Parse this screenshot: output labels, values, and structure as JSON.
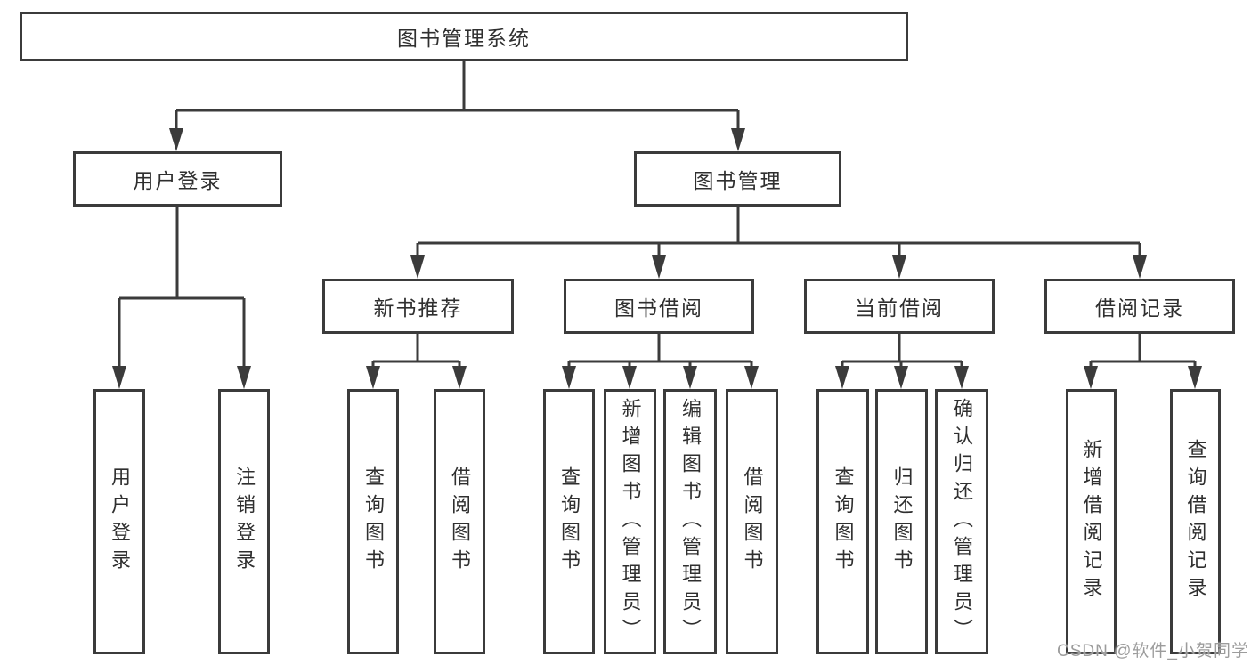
{
  "diagram": {
    "root": {
      "label": "图书管理系统"
    },
    "level2": [
      {
        "label": "用户登录"
      },
      {
        "label": "图书管理"
      }
    ],
    "level3": [
      {
        "label": "新书推荐"
      },
      {
        "label": "图书借阅"
      },
      {
        "label": "当前借阅"
      },
      {
        "label": "借阅记录"
      }
    ],
    "leaves": {
      "user_login": [
        {
          "label": "用户登录"
        },
        {
          "label": "注销登录"
        }
      ],
      "new_book": [
        {
          "label": "查询图书"
        },
        {
          "label": "借阅图书"
        }
      ],
      "book_borrow": [
        {
          "label": "查询图书"
        },
        {
          "label": "新增图书（管理员）"
        },
        {
          "label": "编辑图书（管理员）"
        },
        {
          "label": "借阅图书"
        }
      ],
      "current_borrow": [
        {
          "label": "查询图书"
        },
        {
          "label": "归还图书"
        },
        {
          "label": "确认归还（管理员）"
        }
      ],
      "records": [
        {
          "label": "新增借阅记录"
        },
        {
          "label": "查询借阅记录"
        }
      ]
    },
    "colors": {
      "line": "#3b3b3b",
      "box_fill": "#ffffff",
      "text": "#2f2f2f",
      "watermark": "#9c9c9c",
      "canvas_bg": "#ffffff"
    }
  },
  "watermark": {
    "text": "CSDN @软件_小贺同学"
  }
}
